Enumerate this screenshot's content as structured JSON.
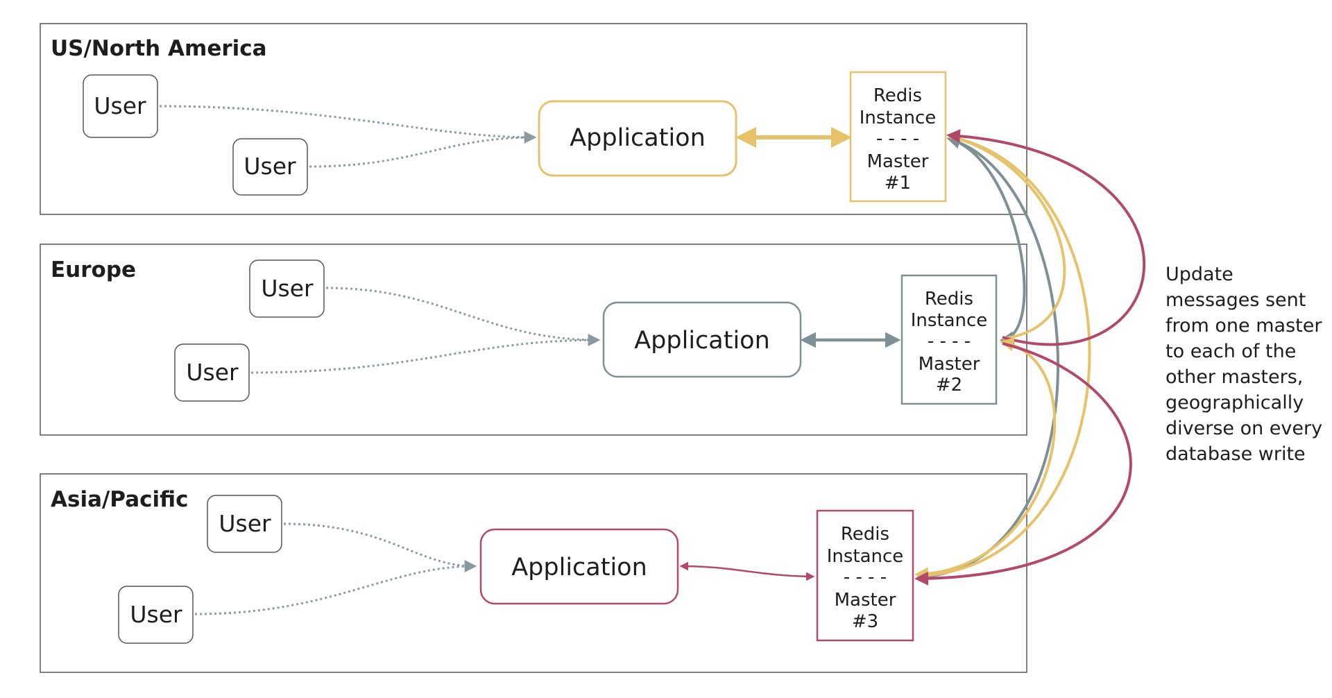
{
  "colors": {
    "us": "#e6c36a",
    "europe": "#7f8f94",
    "asia": "#b2496b",
    "user_link": "#8c9aa0",
    "frame": "#555555"
  },
  "regions": [
    {
      "title": "US/North America",
      "users": [
        "User",
        "User"
      ],
      "application": "Application",
      "redis": {
        "line1": "Redis",
        "line2": "Instance",
        "sep": "- - - -",
        "line3": "Master",
        "line4": "#1"
      }
    },
    {
      "title": "Europe",
      "users": [
        "User",
        "User"
      ],
      "application": "Application",
      "redis": {
        "line1": "Redis",
        "line2": "Instance",
        "sep": "- - - -",
        "line3": "Master",
        "line4": "#2"
      }
    },
    {
      "title": "Asia/Pacific",
      "users": [
        "User",
        "User"
      ],
      "application": "Application",
      "redis": {
        "line1": "Redis",
        "line2": "Instance",
        "sep": "- - - -",
        "line3": "Master",
        "line4": "#3"
      }
    }
  ],
  "note": [
    "Update",
    "messages sent",
    "from one master",
    "to each of the",
    "other masters,",
    "geographically",
    "diverse on every",
    "database write"
  ]
}
